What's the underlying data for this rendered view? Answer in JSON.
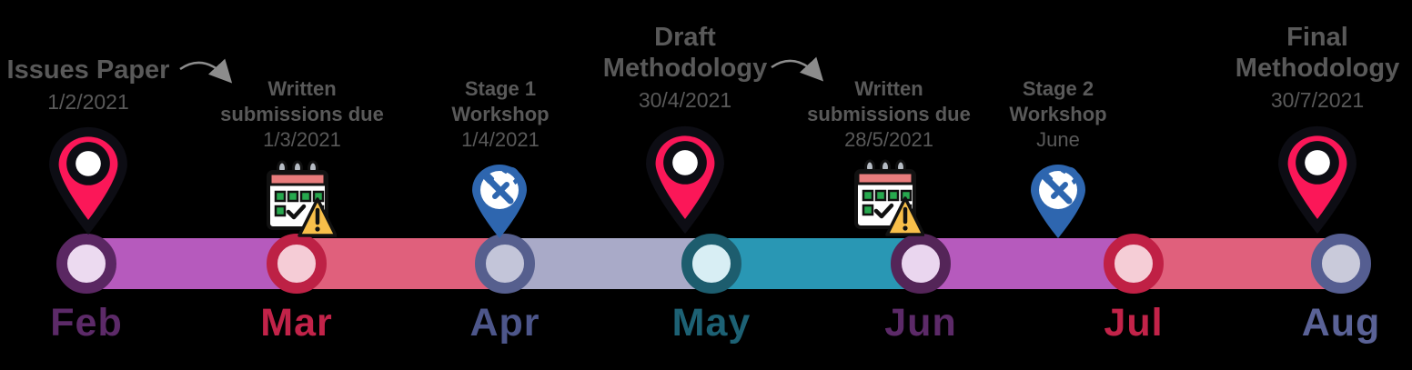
{
  "timeline": {
    "milestones": [
      {
        "title_lines": [
          "Issues Paper"
        ],
        "date": "1/2/2021",
        "icon": "location-pin"
      },
      {
        "title_lines": [
          "Written",
          "submissions due"
        ],
        "date": "1/3/2021",
        "icon": "calendar-alert"
      },
      {
        "title_lines": [
          "Stage 1",
          "Workshop"
        ],
        "date": "1/4/2021",
        "icon": "tools-pin"
      },
      {
        "title_lines": [
          "Draft",
          "Methodology"
        ],
        "date": "30/4/2021",
        "icon": "location-pin"
      },
      {
        "title_lines": [
          "Written",
          "submissions due"
        ],
        "date": "28/5/2021",
        "icon": "calendar-alert"
      },
      {
        "title_lines": [
          "Stage 2",
          "Workshop"
        ],
        "date": "June",
        "icon": "tools-pin"
      },
      {
        "title_lines": [
          "Final",
          "Methodology"
        ],
        "date": "30/7/2021",
        "icon": "location-pin"
      }
    ],
    "months": [
      {
        "label": "Feb",
        "text_color": "#5c2a68",
        "ring_color": "#5a2762",
        "dot_fill": "#ecdaf0"
      },
      {
        "label": "Mar",
        "text_color": "#c22349",
        "ring_color": "#bd2145",
        "dot_fill": "#f5ccd6"
      },
      {
        "label": "Apr",
        "text_color": "#4d568a",
        "ring_color": "#565f8e",
        "dot_fill": "#c3c5d9"
      },
      {
        "label": "May",
        "text_color": "#1d6174",
        "ring_color": "#1d5d6e",
        "dot_fill": "#d8eef4"
      },
      {
        "label": "Jun",
        "text_color": "#5c2a68",
        "ring_color": "#542558",
        "dot_fill": "#ead6ef"
      },
      {
        "label": "Jul",
        "text_color": "#c22349",
        "ring_color": "#c02045",
        "dot_fill": "#f5cdd6"
      },
      {
        "label": "Aug",
        "text_color": "#5a6296",
        "ring_color": "#555e91",
        "dot_fill": "#c9cada"
      }
    ],
    "segment_colors": [
      "#b65abd",
      "#e0607c",
      "#a9aac8",
      "#2997b4",
      "#b65abd",
      "#e0607c"
    ],
    "icon_colors": {
      "pin_black": "#0d0d14",
      "pin_accent": "#fb1758",
      "tools_pin_blue": "#2e66af",
      "calendar_header": "#e87c7c",
      "calendar_grid_green": "#27a84e",
      "warning_amber": "#f8bf4a",
      "arrow_gray": "#8c8c8c",
      "text_gray": "#595959"
    }
  }
}
